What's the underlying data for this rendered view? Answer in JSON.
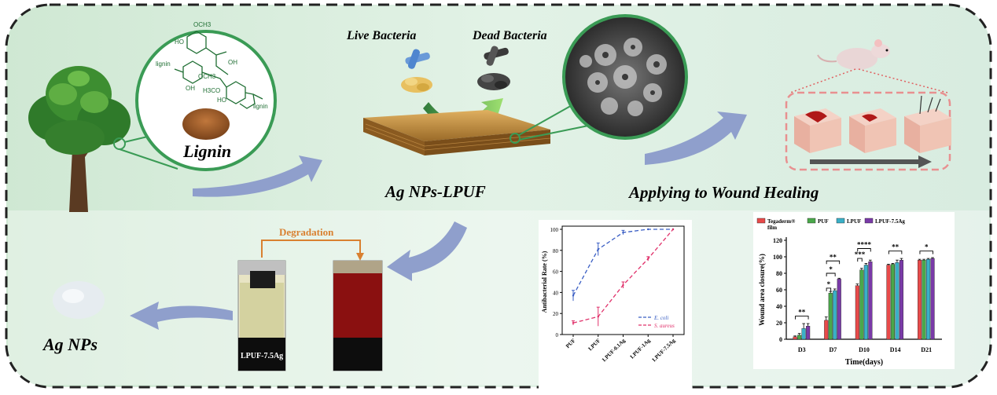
{
  "labels": {
    "lignin": "Lignin",
    "live_bacteria": "Live Bacteria",
    "dead_bacteria": "Dead Bacteria",
    "product": "Ag NPs-LPUF",
    "application": "Applying to Wound Healing",
    "degradation": "Degradation",
    "vial_label": "LPUF-7.5Ag",
    "ag_nps": "Ag NPs"
  },
  "structure_labels": {
    "och3_top": "OCH3",
    "och3_mid": "OCH3",
    "h3co": "H3CO",
    "ho_top": "HO",
    "oh_right": "OH",
    "oh_bottom": "OH",
    "ho_bottom": "HO",
    "lignin_left": "lignin",
    "lignin_right": "lignin"
  },
  "colors": {
    "background_green": "#d6ecd8",
    "frame": "#222222",
    "arrow_blue": "#8f9fcc",
    "circle_green": "#3a9b55",
    "foam": "#c89a4a",
    "degradation_orange": "#d98030",
    "wound_box": "#e89090",
    "ecoli": "#3b5fc4",
    "saureus": "#e0306a",
    "bar_red": "#e84a4a",
    "bar_green": "#4aa84a",
    "bar_cyan": "#3ab0c8",
    "bar_purple": "#7a3aa8"
  },
  "chart_data": [
    {
      "type": "line",
      "categories": [
        "PUF",
        "LPUF",
        "LPUF-0.1Ag",
        "LPUF-1Ag",
        "LPUF-7.5Ag"
      ],
      "ylabel": "Antibacterial Rate (%)",
      "xlabel": "",
      "ylim": [
        0,
        100
      ],
      "yticks": [
        0,
        20,
        40,
        60,
        80,
        100
      ],
      "legend_position": "bottom-right",
      "series": [
        {
          "name": "E. coli",
          "values": [
            37,
            81,
            97,
            100,
            100
          ],
          "errors": [
            5,
            6,
            2,
            0,
            0
          ],
          "color": "#3b5fc4"
        },
        {
          "name": "S. aureus",
          "values": [
            11,
            17,
            47,
            72,
            100
          ],
          "errors": [
            2,
            9,
            3,
            2,
            0
          ],
          "color": "#e0306a"
        }
      ]
    },
    {
      "type": "bar",
      "categories": [
        "D3",
        "D7",
        "D10",
        "D14",
        "D21"
      ],
      "xlabel": "Time(days)",
      "ylabel": "Wound area closure(%)",
      "ylim": [
        0,
        120
      ],
      "yticks": [
        0,
        20,
        40,
        60,
        80,
        100,
        120
      ],
      "legend_position": "top",
      "series": [
        {
          "name": "Tegaderm® film",
          "values": [
            3,
            23,
            65,
            90,
            96
          ],
          "errors": [
            1,
            4,
            2,
            1,
            1
          ],
          "color": "#e84a4a"
        },
        {
          "name": "PUF",
          "values": [
            5,
            56,
            84,
            91,
            96
          ],
          "errors": [
            2,
            2,
            2,
            1,
            1
          ],
          "color": "#4aa84a"
        },
        {
          "name": "LPUF",
          "values": [
            13,
            59,
            90,
            93,
            97
          ],
          "errors": [
            6,
            2,
            2,
            3,
            1
          ],
          "color": "#3ab0c8"
        },
        {
          "name": "LPUF-7.5Ag",
          "values": [
            16,
            73,
            94,
            96,
            98
          ],
          "errors": [
            3,
            1,
            2,
            2,
            1
          ],
          "color": "#7a3aa8"
        }
      ],
      "annotations": [
        "**",
        "*",
        "*",
        "**",
        "***",
        "****",
        "**",
        "*"
      ]
    }
  ]
}
